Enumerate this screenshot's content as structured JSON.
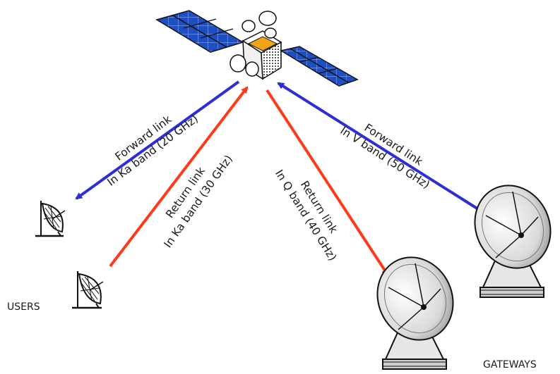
{
  "labels": {
    "forward_ka_line1": "Forward link",
    "forward_ka_line2": "In Ka band (20 GHz)",
    "return_ka_line1": "Return link",
    "return_ka_line2": "In Ka band (30 GHz)",
    "return_q_line1": "Return link",
    "return_q_line2": "In Q band (40 GHz)",
    "forward_v_line1": "Forward link",
    "forward_v_line2": "In V band (50 GHz)"
  },
  "captions": {
    "users": "USERS",
    "gateways": "GATEWAYS"
  },
  "colors": {
    "forward": "#2e2ed9",
    "return": "#ff3a1a",
    "panel": "#1c4fc4",
    "outline": "#111111"
  }
}
